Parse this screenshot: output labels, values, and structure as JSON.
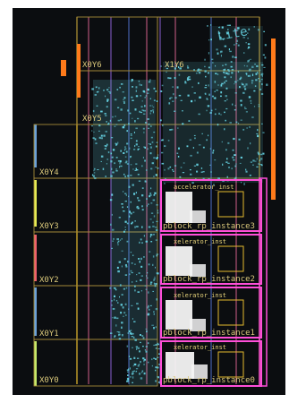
{
  "device_view": {
    "watermark_text": "Lite",
    "clock_regions": [
      {
        "name": "X0Y0",
        "row": 0,
        "col": 0
      },
      {
        "name": "X0Y1",
        "row": 1,
        "col": 0
      },
      {
        "name": "X0Y2",
        "row": 2,
        "col": 0
      },
      {
        "name": "X0Y3",
        "row": 3,
        "col": 0
      },
      {
        "name": "X0Y4",
        "row": 4,
        "col": 0
      },
      {
        "name": "X0Y5",
        "row": 5,
        "col": 0
      },
      {
        "name": "X0Y6",
        "row": 6,
        "col": 0
      },
      {
        "name": "X1Y6",
        "row": 6,
        "col": 1
      }
    ],
    "pblocks": [
      {
        "title": "accelerator_inst",
        "name": "pblock_rp_instance3"
      },
      {
        "title": "xelerator_inst",
        "name": "pblock_rp_instance2"
      },
      {
        "title": "xelerator_inst",
        "name": "pblock_rp_instance1"
      },
      {
        "title": "xelerator_inst",
        "name": "pblock_rp_instance0"
      }
    ],
    "colors": {
      "background": "#0b0d10",
      "region_border": "#a58a3a",
      "logic_cells": "#67d6e6",
      "placed_white": "#f4f4f4",
      "pblock_border": "#ff4fd8",
      "orange_marker": "#ff7a1a"
    }
  }
}
